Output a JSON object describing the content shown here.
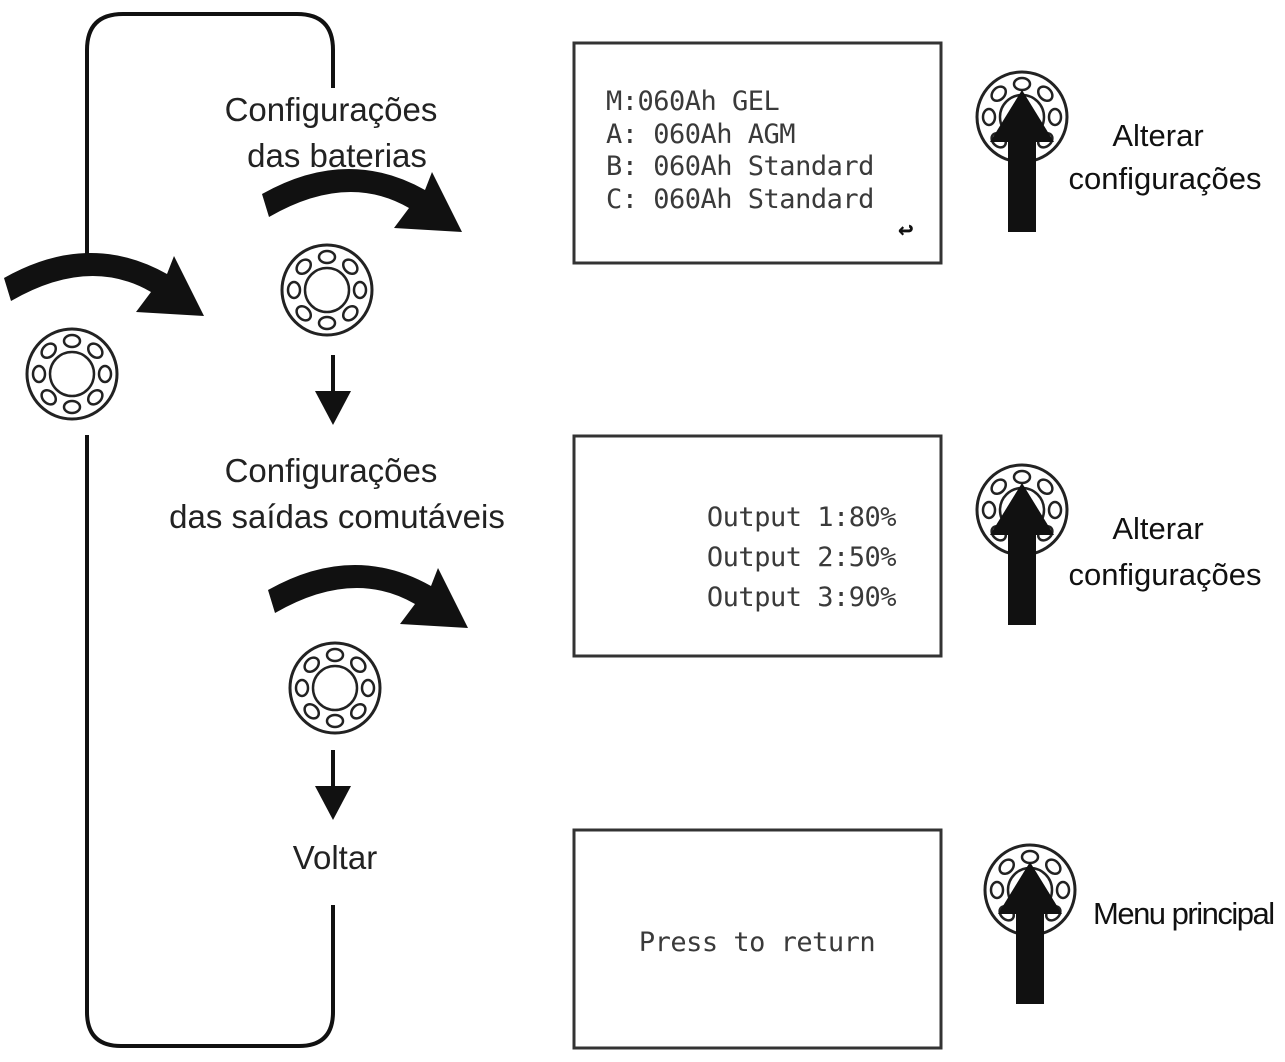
{
  "flow": {
    "steps": [
      {
        "label_line1": "Configurações",
        "label_line2": "das baterias"
      },
      {
        "label_line1": "Configurações",
        "label_line2": "das saídas comutáveis"
      },
      {
        "label_line1": "Voltar"
      }
    ]
  },
  "screens": {
    "battery": {
      "lines": [
        "M:060Ah GEL",
        "A: 060Ah AGM",
        "B: 060Ah Standard",
        "C: 060Ah Standard"
      ],
      "enter_glyph": "↩"
    },
    "outputs": {
      "lines": [
        "Output  1:80%",
        "Output  2:50%",
        "Output  3:90%"
      ]
    },
    "return": {
      "lines": [
        "Press to return"
      ]
    }
  },
  "actions": {
    "battery": {
      "line1": "Alterar",
      "line2": "configurações"
    },
    "outputs": {
      "line1": "Alterar",
      "line2": "configurações"
    },
    "return": {
      "line1": "Menu principal"
    }
  },
  "icons": {
    "knob": "rotary-knob-icon",
    "rotate": "rotate-arrow-icon",
    "down": "down-arrow-icon",
    "press": "press-arrow-icon"
  }
}
